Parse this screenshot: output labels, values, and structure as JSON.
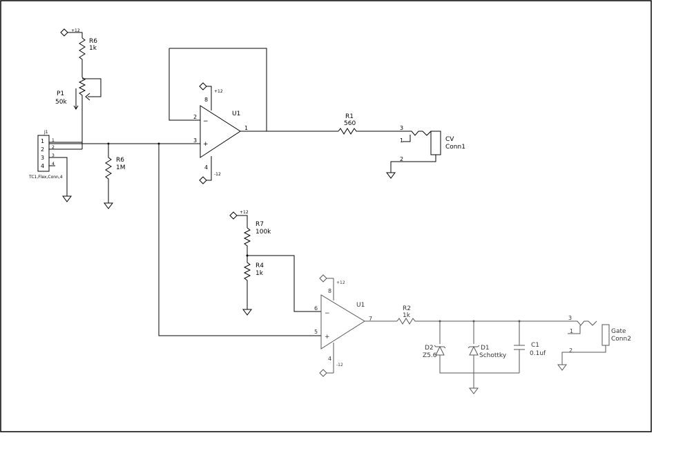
{
  "supplies": {
    "r6_top": "+12",
    "u1_vplus": "+12",
    "u1_vminus": "-12",
    "r7_top": "+12",
    "u2_vplus": "+12",
    "u2_vminus": "-12"
  },
  "components": {
    "r6": {
      "ref": "R6",
      "value": "1k"
    },
    "p1": {
      "ref": "P1",
      "value": "50k"
    },
    "r5": {
      "ref": "R6",
      "value": "1M"
    },
    "r1": {
      "ref": "R1",
      "value": "560"
    },
    "r7": {
      "ref": "R7",
      "value": "100k"
    },
    "r4": {
      "ref": "R4",
      "value": "1k"
    },
    "r2": {
      "ref": "R2",
      "value": "1k"
    },
    "d2": {
      "ref": "D2",
      "value": "Z5.6"
    },
    "d1": {
      "ref": "D1",
      "value": "Schottky"
    },
    "c1": {
      "ref": "C1",
      "value": "0.1uf"
    },
    "u1": {
      "ref": "U1"
    },
    "u2": {
      "ref": "U1"
    },
    "cv_conn": {
      "ref": "CV",
      "value": "Conn1"
    },
    "gate_conn": {
      "ref": "Gate",
      "value": "Conn2"
    },
    "ribbon": {
      "ref": "J1",
      "value": "TC1,Flex,Conn,4"
    }
  },
  "pins": {
    "u1": {
      "in_minus": "2",
      "in_plus": "3",
      "out": "1",
      "vplus": "8",
      "vminus": "4"
    },
    "u2": {
      "in_minus": "6",
      "in_plus": "5",
      "out": "7",
      "vplus": "8",
      "vminus": "4"
    },
    "cv_conn": {
      "tip": "3",
      "switch": "1",
      "sleeve": "2"
    },
    "gate_conn": {
      "tip": "3",
      "switch": "1",
      "sleeve": "2"
    },
    "ribbon": [
      "1",
      "2",
      "3",
      "4"
    ]
  }
}
